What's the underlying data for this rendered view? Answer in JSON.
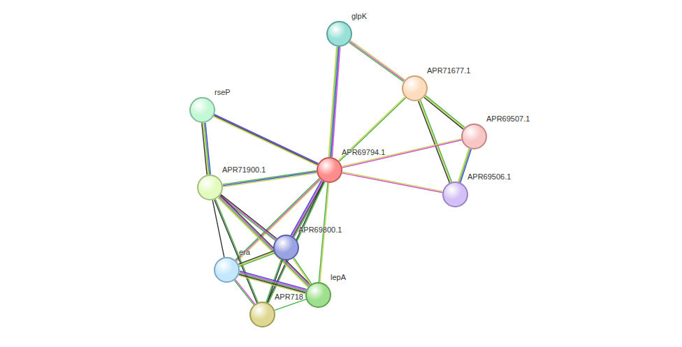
{
  "diagram": {
    "nodes": [
      {
        "text": [
          "glpK"
        ]
      },
      {
        "text": [
          "APR71677.1"
        ]
      },
      {
        "text": [
          "rseP"
        ]
      },
      {
        "text": [
          "APR69507.1"
        ]
      },
      {
        "text": [
          "APR69794.1"
        ]
      },
      {
        "text": [
          "APR71900.1"
        ]
      },
      {
        "text": [
          "APR69506.1"
        ]
      },
      {
        "text": [
          "APR69800.1"
        ]
      },
      {
        "text": [
          "era"
        ]
      },
      {
        "text": [
          "lepA"
        ]
      },
      {
        "text": [
          "APR718"
        ]
      }
    ],
    "edges": [
      {
        "from": 0,
        "to": 1,
        "arrow": "none"
      },
      {
        "from": 0,
        "to": 4,
        "arrow": "none"
      },
      {
        "from": 1,
        "to": 4,
        "arrow": "none"
      },
      {
        "from": 1,
        "to": 3,
        "arrow": "none"
      },
      {
        "from": 1,
        "to": 6,
        "arrow": "none"
      },
      {
        "from": 3,
        "to": 6,
        "arrow": "none"
      },
      {
        "from": 3,
        "to": 4,
        "arrow": "none"
      },
      {
        "from": 6,
        "to": 4,
        "arrow": "none"
      },
      {
        "from": 2,
        "to": 4,
        "arrow": "none"
      },
      {
        "from": 2,
        "to": 5,
        "arrow": "none"
      },
      {
        "from": 5,
        "to": 4,
        "arrow": "none"
      },
      {
        "from": 4,
        "to": 7,
        "arrow": "none"
      },
      {
        "from": 4,
        "to": 8,
        "arrow": "none"
      },
      {
        "from": 4,
        "to": 9,
        "arrow": "none"
      },
      {
        "from": 4,
        "to": 10,
        "arrow": "none"
      },
      {
        "from": 5,
        "to": 7,
        "arrow": "none"
      },
      {
        "from": 5,
        "to": 8,
        "arrow": "none"
      },
      {
        "from": 5,
        "to": 9,
        "arrow": "none"
      },
      {
        "from": 5,
        "to": 10,
        "arrow": "none"
      },
      {
        "from": 7,
        "to": 8,
        "arrow": "none"
      },
      {
        "from": 7,
        "to": 9,
        "arrow": "none"
      },
      {
        "from": 7,
        "to": 10,
        "arrow": "none"
      },
      {
        "from": 8,
        "to": 9,
        "arrow": "none"
      },
      {
        "from": 8,
        "to": 10,
        "arrow": "none"
      },
      {
        "from": 9,
        "to": 10,
        "arrow": "none"
      }
    ]
  }
}
